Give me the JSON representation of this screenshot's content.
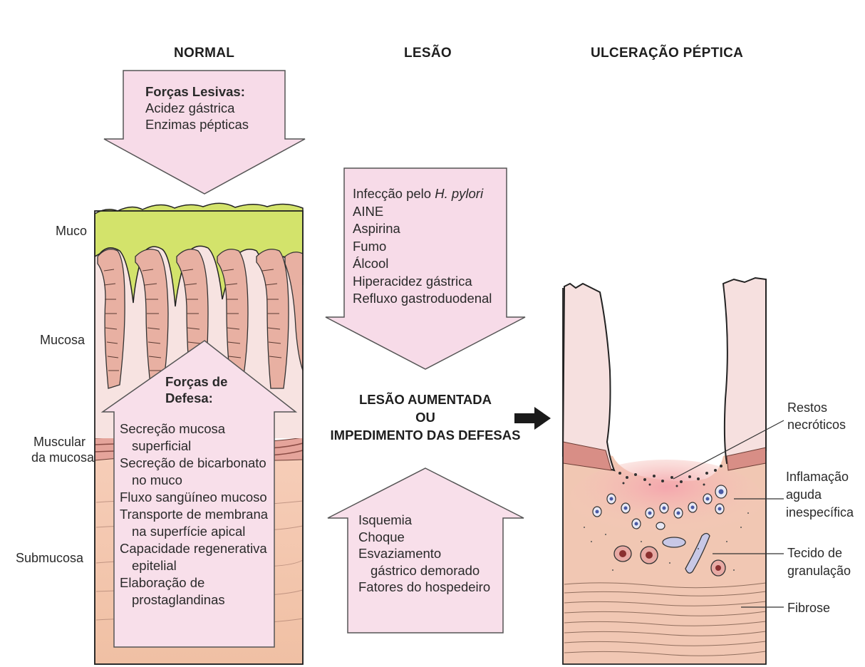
{
  "headings": {
    "normal": "NORMAL",
    "lesao": "LESÃO",
    "ulceracao": "ULCERAÇÃO PÉPTICA"
  },
  "forcas_lesivas": {
    "title": "Forças Lesivas:",
    "items": [
      "Acidez gástrica",
      "Enzimas pépticas"
    ]
  },
  "forcas_defesa": {
    "title_1": "Forças de",
    "title_2": "Defesa:",
    "lines": [
      "Secreção mucosa",
      "superficial",
      "Secreção de bicarbonato",
      "no muco",
      "Fluxo sangüíneo mucoso",
      "Transporte de membrana",
      "na superfície apical",
      "Capacidade regenerativa",
      "epitelial",
      "Elaboração de",
      "prostaglandinas"
    ]
  },
  "layer_labels": {
    "muco": "Muco",
    "mucosa": "Mucosa",
    "muscular_1": "Muscular",
    "muscular_2": "da mucosa",
    "submucosa": "Submucosa"
  },
  "lesao_factors": {
    "line_1_prefix": "Infecção pelo ",
    "line_1_italic": "H. pylori",
    "items": [
      "AINE",
      "Aspirina",
      "Fumo",
      "Álcool",
      "Hiperacidez gástrica",
      "Refluxo gastroduodenal"
    ]
  },
  "center": {
    "line_1": "LESÃO AUMENTADA",
    "line_2": "OU",
    "line_3": "IMPEDIMENTO DAS DEFESAS"
  },
  "defense_impairment": {
    "lines": [
      "Isquemia",
      "Choque",
      "Esvaziamento",
      "gástrico demorado",
      "Fatores do hospedeiro"
    ]
  },
  "ulcer_labels": {
    "restos_1": "Restos",
    "restos_2": "necróticos",
    "inflamacao_1": "Inflamação",
    "inflamacao_2": "aguda",
    "inflamacao_3": "inespecífica",
    "tecido_1": "Tecido de",
    "tecido_2": "granulação",
    "fibrose": "Fibrose"
  },
  "colors": {
    "mucus": "#d4e36a",
    "mucosa": "#f6dfe0",
    "submucosa": "#f2c6b0",
    "muscularis": "#e8a9a0",
    "arrow_fill": "#f7dcea",
    "gland": "#e9b3a4",
    "inflammation": "#f3b9b9"
  }
}
